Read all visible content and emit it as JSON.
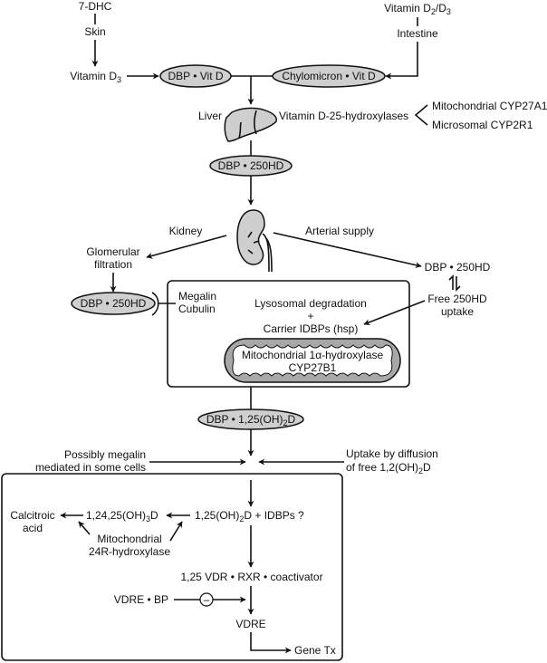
{
  "colors": {
    "oval_fill": "#cfcfcf",
    "line": "#111111",
    "mito_fill": "#a8a8a8"
  },
  "top": {
    "dhc": "7-DHC",
    "skin": "Skin",
    "vitamin_d3": {
      "main": "Vitamin D",
      "sub": "3"
    },
    "vitamin_d2d3": {
      "a": "Vitamin D",
      "s1": "2",
      "b": "/D",
      "s2": "3"
    },
    "intestine": "Intestine",
    "dbp_vitd": "DBP • Vit D",
    "chylomicron_vitd": "Chylomicron • Vit D"
  },
  "liver": {
    "label": "Liver",
    "enzymes": "Vitamin D-25-hydroxylases",
    "enzyme_1": "Mitochondrial CYP27A1",
    "enzyme_2": "Microsomal CYP2R1",
    "dbp_25ohd": "DBP • 250HD"
  },
  "kidney": {
    "label": "Kidney",
    "arterial": "Arterial supply",
    "glomerular_1": "Glomerular",
    "glomerular_2": "filtration",
    "dbp_25ohd_left": "DBP • 250HD",
    "dbp_25ohd_right": "DBP • 250HD",
    "free_1": "Free 250HD",
    "free_2": "uptake",
    "megalin": "Megalin",
    "cubulin": "Cubulin",
    "lysosomal": "Lysosomal degradation",
    "plus": "+",
    "carrier": "Carrier IDBPs (hsp)",
    "mito_1": "Mitochondrial 1α-hydroxylase",
    "mito_2": "CYP27B1",
    "dbp_125": {
      "main": "DBP • 1,25(OH)",
      "sub": "2",
      "end": "D"
    }
  },
  "target": {
    "megalin_1": "Possibly megalin",
    "megalin_2": "mediated in some cells",
    "diffusion_1": "Uptake by diffusion",
    "diffusion_2": {
      "main": "of free 1,2(OH)",
      "sub": "2",
      "end": "D"
    },
    "calcitroic_1": "Calcitroic",
    "calcitroic_2": "acid",
    "trihydroxy": {
      "main": "1,24,25(OH)",
      "sub": "3",
      "end": "D"
    },
    "dihydroxy": {
      "main": "1,25(OH)",
      "sub": "2",
      "end": "D + IDBPs  ?"
    },
    "hydroxylase_1": "Mitochondrial",
    "hydroxylase_2": "24R-hydroxylase",
    "complex": "1,25 VDR • RXR • coactivator",
    "vdre_bp": "VDRE • BP",
    "inhibit_symbol": "–",
    "vdre": "VDRE",
    "gene_tx": "Gene Tx"
  }
}
